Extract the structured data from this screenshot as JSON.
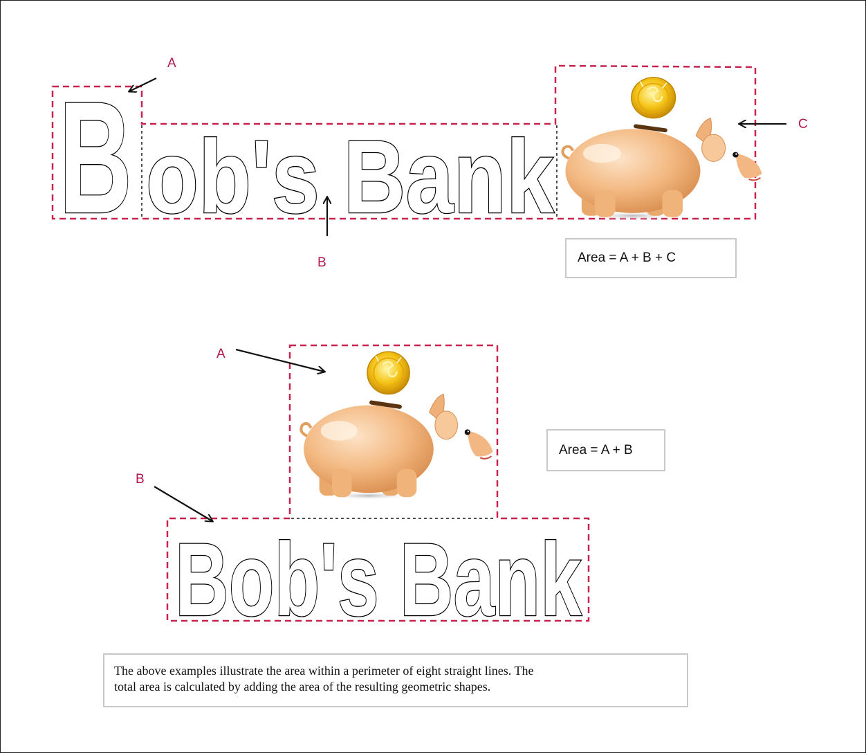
{
  "diagram1": {
    "label_a": "A",
    "label_b": "B",
    "label_c": "C",
    "logo_text_b": "B",
    "logo_text_rest": "ob's Bank",
    "formula": "Area = A + B + C"
  },
  "diagram2": {
    "label_a": "A",
    "label_b": "B",
    "logo_text": "Bob's Bank",
    "formula": "Area = A + B"
  },
  "note": {
    "line1": "The above examples illustrate the area within a perimeter of eight straight lines. The",
    "line2": "total area is calculated by adding the area of the resulting geometric shapes."
  },
  "colors": {
    "dashed_outline": "#c8234e",
    "label_text": "#b0174a",
    "pig_body": "#f0b57d",
    "coin": "#f3c21a"
  },
  "icons": [
    "piggy-bank-icon",
    "coin-icon",
    "arrow-icon"
  ]
}
